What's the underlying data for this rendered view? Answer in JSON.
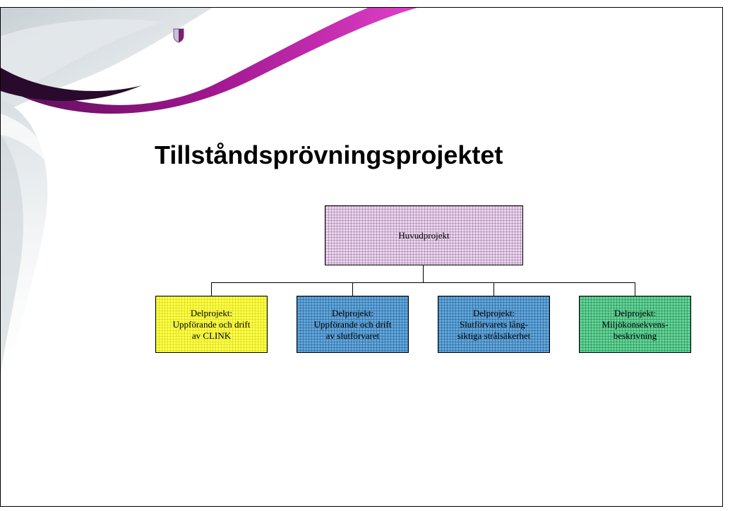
{
  "slide": {
    "title": "Tillståndsprövningsprojektet",
    "logo_icon": "shield-logo-icon",
    "accent_color": "#b0189e"
  },
  "org_chart": {
    "root": {
      "label": "Huvudprojekt",
      "color": "#ecd6ee"
    },
    "children": [
      {
        "lines": [
          "Delprojekt:",
          "Uppförande och drift",
          "av CLINK"
        ],
        "color": "#ffff44"
      },
      {
        "lines": [
          "Delprojekt:",
          "Uppförande och drift",
          "av slutförvaret"
        ],
        "color": "#5fa8de"
      },
      {
        "lines": [
          "Delprojekt:",
          "Slutförvarets lång-",
          "siktiga strålsäkerhet"
        ],
        "color": "#5fa8de"
      },
      {
        "lines": [
          "Delprojekt:",
          "Miljökonsekvens-",
          "beskrivning"
        ],
        "color": "#60d698"
      }
    ]
  }
}
